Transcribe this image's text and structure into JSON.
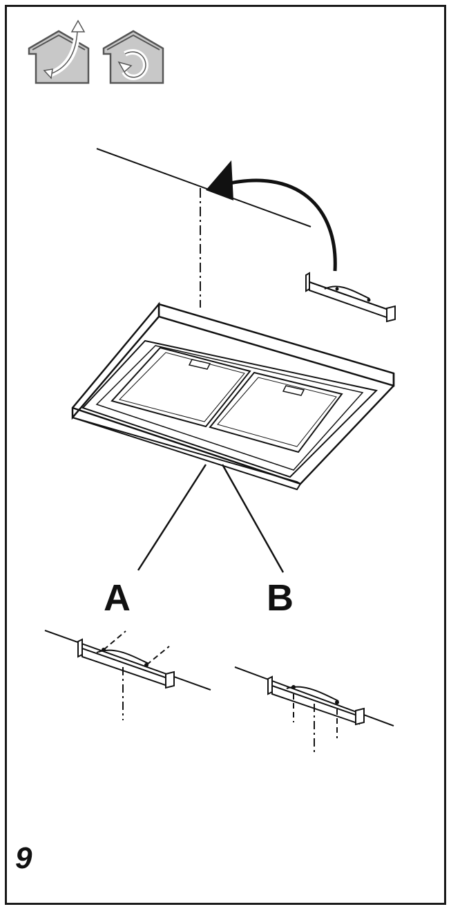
{
  "labels": {
    "bracket_a": "A",
    "bracket_b": "B",
    "step_number": "9"
  },
  "icons": [
    "ducted-extraction-house-icon",
    "recirculation-house-icon"
  ],
  "colors": {
    "line": "#111111",
    "icon_fill": "#c8c8c8",
    "icon_stroke": "#555555"
  }
}
